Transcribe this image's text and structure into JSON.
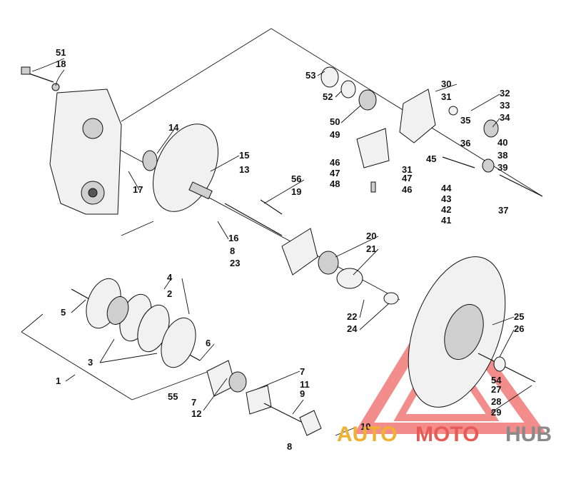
{
  "watermark": {
    "part1": "AUTO",
    "part2": "MOTO",
    "part3": "HUB",
    "colors": {
      "auto": "#f0b030",
      "moto": "#e85a55",
      "hub": "#8a8a8a",
      "triangle": "#f07a78"
    }
  },
  "callouts": [
    "51",
    "18",
    "53",
    "52",
    "50",
    "49",
    "30",
    "31",
    "32",
    "33",
    "34",
    "35",
    "36",
    "40",
    "38",
    "39",
    "37",
    "14",
    "15",
    "13",
    "17",
    "46",
    "47",
    "48",
    "31",
    "47",
    "46",
    "45",
    "44",
    "43",
    "42",
    "41",
    "56",
    "19",
    "16",
    "8",
    "23",
    "20",
    "21",
    "22",
    "24",
    "4",
    "2",
    "5",
    "3",
    "1",
    "6",
    "7",
    "12",
    "55",
    "7",
    "11",
    "9",
    "10",
    "8",
    "25",
    "26",
    "54",
    "27",
    "28",
    "29"
  ]
}
